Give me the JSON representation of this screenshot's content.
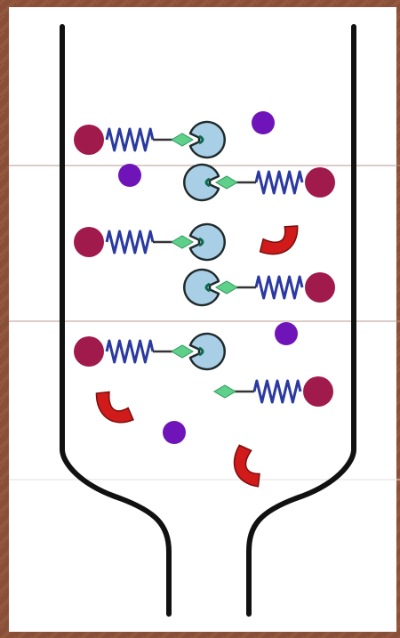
{
  "diagram": {
    "kind": "affinity-chromatography-column",
    "colors": {
      "background_frame": "#8a4f38",
      "panel": "#ffffff",
      "column_wall": "#111111",
      "bead": "#a01a4c",
      "spacer": "#2b3aa0",
      "linker": "#5ed08a",
      "ligand_receptor": "#a9cfe7",
      "receptor_outline": "#1f2a2a",
      "target_molecule": "#d11a1a",
      "small_molecule": "#6f14b8",
      "divider_line": "#b89a93"
    },
    "icons": [
      "column-outline",
      "bead-icon",
      "spacer-spring-icon",
      "linker-icon",
      "receptor-icon",
      "target-molecule-icon",
      "small-molecule-icon"
    ],
    "counts": {
      "immobilized_ligands": 6,
      "free_linkers": 1,
      "target_molecules_free": 3,
      "small_molecules_free": 4
    }
  }
}
